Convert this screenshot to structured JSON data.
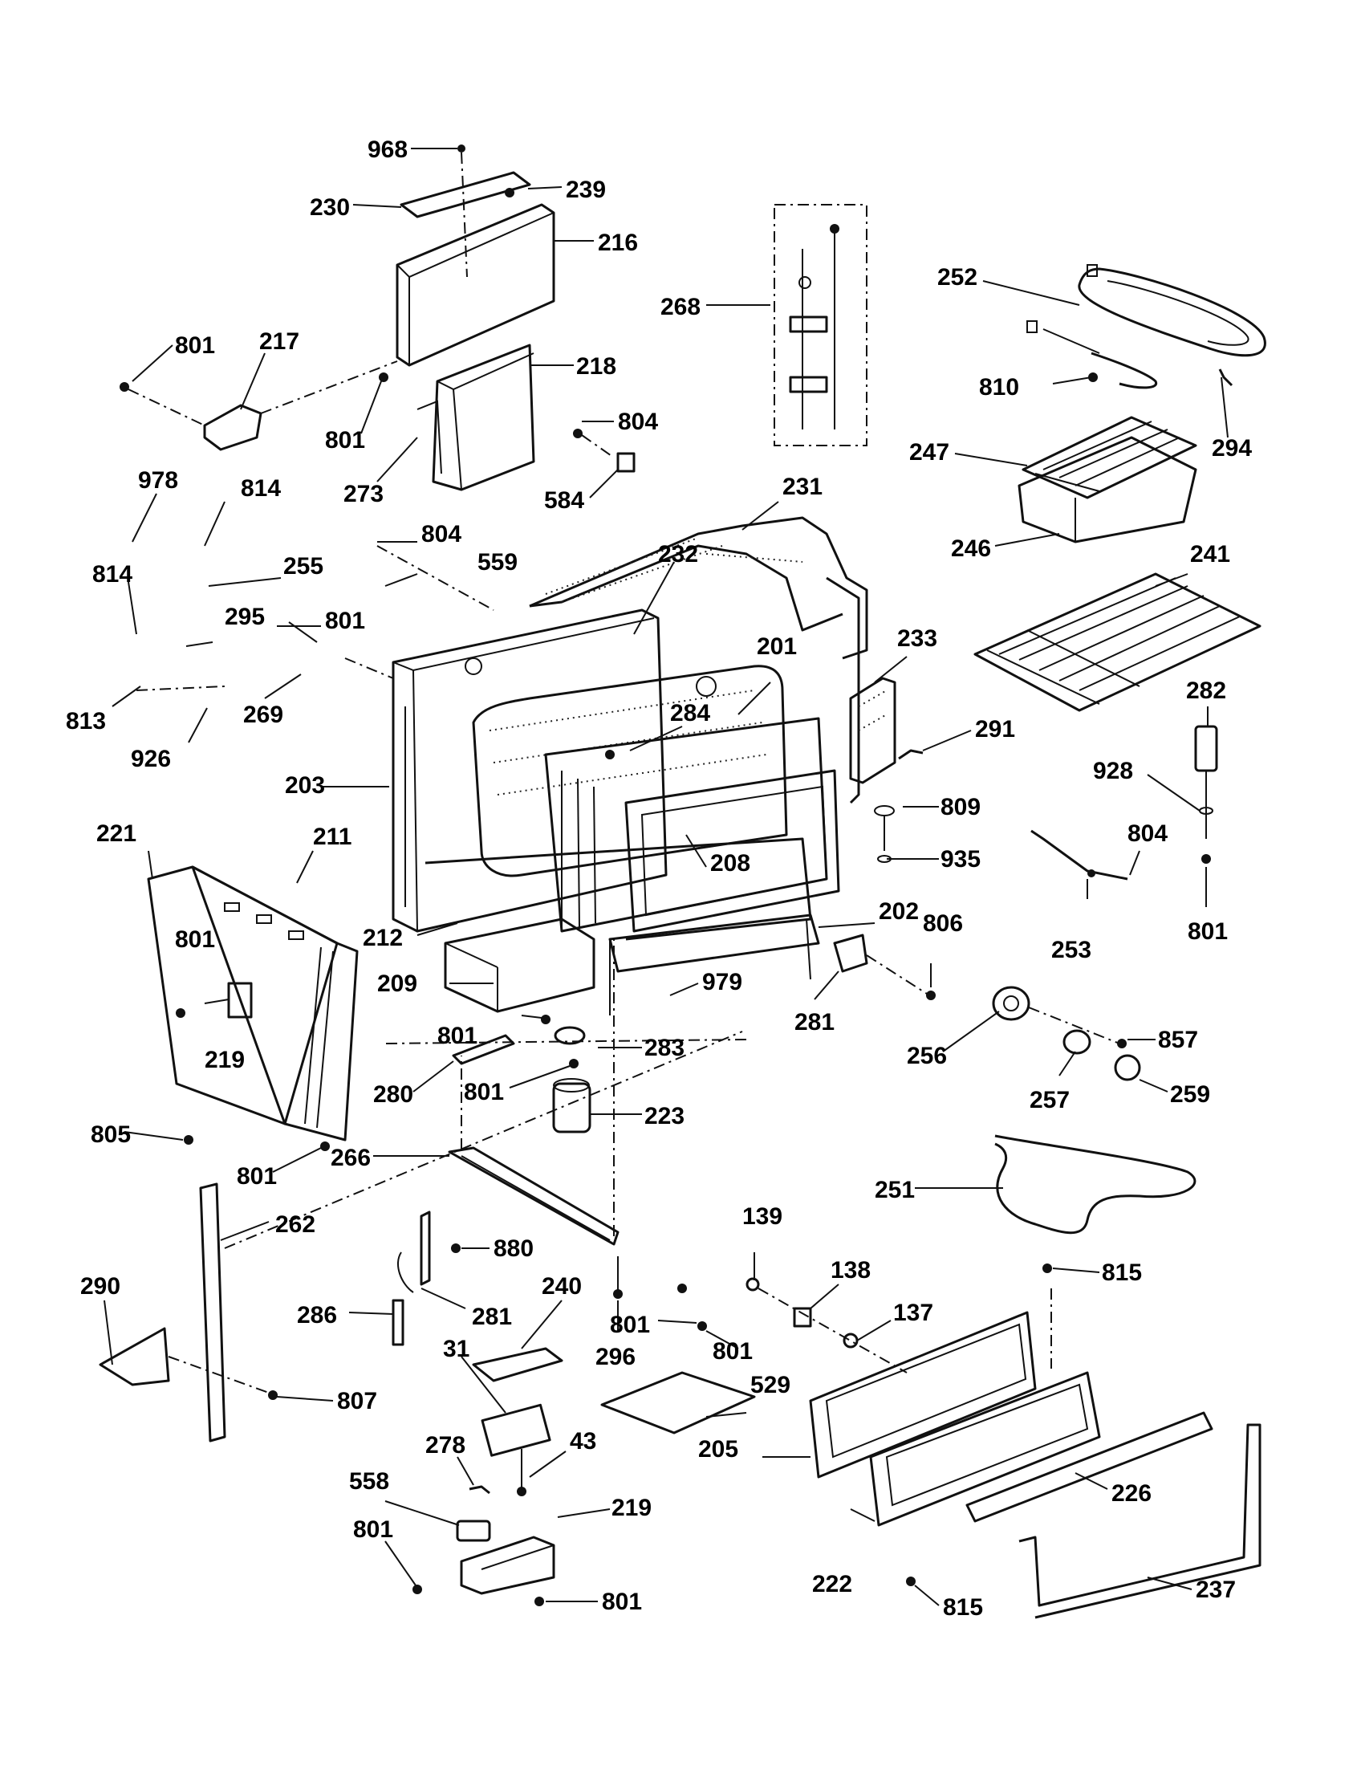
{
  "labels": {
    "l968": "968",
    "l230": "230",
    "l239": "239",
    "l216": "216",
    "l268": "268",
    "l252": "252",
    "l810": "810",
    "l294": "294",
    "l801a": "801",
    "l217": "217",
    "l218": "218",
    "l801b": "801",
    "l804a": "804",
    "l273": "273",
    "l584": "584",
    "l247": "247",
    "l246": "246",
    "l231": "231",
    "l978": "978",
    "l814a": "814",
    "l804b": "804",
    "l559": "559",
    "l255": "255",
    "l232": "232",
    "l241": "241",
    "l814b": "814",
    "l295": "295",
    "l801c": "801",
    "l201": "201",
    "l233": "233",
    "l282": "282",
    "l813": "813",
    "l269": "269",
    "l284": "284",
    "l291": "291",
    "l926": "926",
    "l928": "928",
    "l203": "203",
    "l809": "809",
    "l221": "221",
    "l211": "211",
    "l804c": "804",
    "l208": "208",
    "l935": "935",
    "l801d": "801",
    "l202": "202",
    "l806": "806",
    "l212": "212",
    "l253": "253",
    "l801e": "801",
    "l209": "209",
    "l979": "979",
    "l281a": "281",
    "l801f": "801",
    "l857": "857",
    "l283": "283",
    "l256": "256",
    "l219a": "219",
    "l280": "280",
    "l801g": "801",
    "l257": "257",
    "l259": "259",
    "l223": "223",
    "l805": "805",
    "l801h": "801",
    "l266": "266",
    "l251": "251",
    "l262": "262",
    "l139": "139",
    "l880": "880",
    "l138": "138",
    "l815a": "815",
    "l290": "290",
    "l281b": "281",
    "l137": "137",
    "l286": "286",
    "l240": "240",
    "l801i": "801",
    "l801j": "801",
    "l296": "296",
    "l31": "31",
    "l807": "807",
    "l529": "529",
    "l278": "278",
    "l43": "43",
    "l205": "205",
    "l226": "226",
    "l558": "558",
    "l219b": "219",
    "l801k": "801",
    "l801l": "801",
    "l222": "222",
    "l815b": "815",
    "l237": "237"
  }
}
